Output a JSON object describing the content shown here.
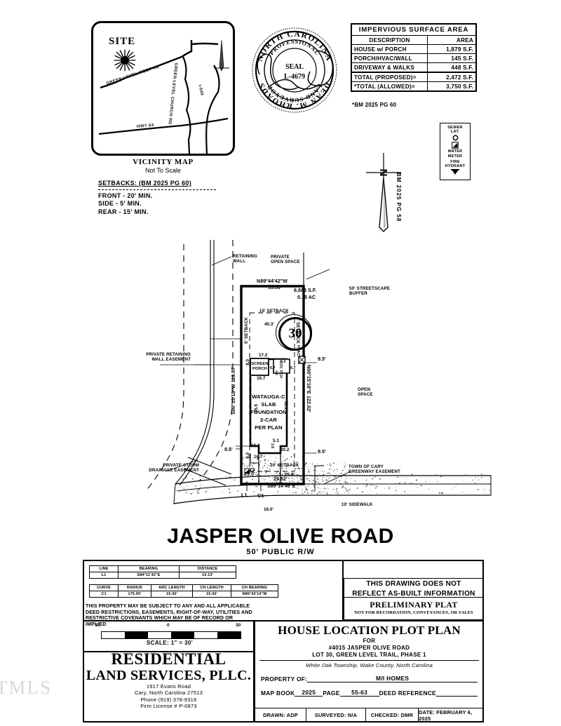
{
  "vicinity": {
    "site_label": "SITE",
    "roads": [
      "GREEN LEVEL WEST RD",
      "GREEN LEVEL CHURCH RD",
      "I-540",
      "HWY 64"
    ],
    "title": "VICINITY MAP",
    "subtitle": "Not To Scale"
  },
  "seal": {
    "top_arc": "NORTH CAROLINA",
    "second_arc": "PROFESSIONAL",
    "center_1": "SEAL",
    "center_2": "L-4679",
    "third_arc": "LAND SURVEYOR",
    "bottom_arc": "DEAN M. RHOADS"
  },
  "impervious": {
    "title": "IMPERVIOUS SURFACE AREA",
    "headers": [
      "DESCRIPTION",
      "AREA"
    ],
    "rows": [
      {
        "desc": "HOUSE w/ PORCH",
        "area": "1,879 S.F."
      },
      {
        "desc": "PORCH/HVAC/WALL",
        "area": "145 S.F."
      },
      {
        "desc": "DRIVEWAY & WALKS",
        "area": "448 S.F."
      },
      {
        "desc": "TOTAL (PROPOSED)=",
        "area": "2,472 S.F."
      },
      {
        "desc": "*TOTAL (ALLOWED)=",
        "area": "3,750 S.F."
      }
    ],
    "note": "*BM 2025 PG 60"
  },
  "setbacks": {
    "title": "SETBACKS: (BM 2025 PG 60)",
    "front": "FRONT - 20' MIN.",
    "side": "SIDE - 5' MIN.",
    "rear": "REAR - 15' MIN."
  },
  "legend": {
    "sewer": "SEWER\nLAT.",
    "water": "WATER\nMETER",
    "hydrant": "FIRE\nHYDRANT"
  },
  "north": {
    "letter": "N",
    "bm_note": "BM 2025 PG 58"
  },
  "plan": {
    "lot_number": "30",
    "area_sf": "6,683 S.F.",
    "area_ac": "0.15 AC",
    "north_bearing": "N89°44'42\"W",
    "north_distance": "55.00'",
    "west_bearing": "S00°15'18\"W",
    "west_distance": "119.97'",
    "east_bearing": "N00°15'18\"E",
    "east_distance": "122.02'",
    "south_bearing": "S89°14'46\"E",
    "south_distance": "29.52'",
    "house_label_1": "WATAUGA-C",
    "house_label_2": "SLAB",
    "house_label_3": "FOUNDATION",
    "house_label_4": "2-CAR",
    "house_label_5": "PER PLAN",
    "screen_porch_1": "SCREEN",
    "screen_porch_2": "PORCH",
    "hvac": "HVAC",
    "cov_1": "COV.",
    "cov_2": "PCH",
    "setback_15": "15' SETBACK",
    "setback_5_left": "5' SETBACK",
    "setback_5_right": "5' SETBACK",
    "setback_20": "20' SETBACK",
    "open_space": "OPEN\nSPACE",
    "private_open_space": "PRIVATE\nOPEN SPACE",
    "retaining_wall": "RETAINING\nWALL",
    "private_retaining": "PRIVATE RETAINING\nWALL EASEMENT",
    "private_storm": "PRIVATE STORM\nDRAINAGE EASEMENT",
    "streetscape": "50' STREETSCAPE\nBUFFER",
    "greenway": "TOWN OF CARY\nGREENWAY EASEMENT",
    "sidewalk": "10' SIDEWALK",
    "curve_tag": "C1",
    "line_tag": "L1",
    "dims": {
      "d_40_3": "40.3'",
      "d_17_2": "17.2",
      "d_16_7a": "16.7",
      "d_16_7b": "16.7",
      "d_8_0a": "8.0",
      "d_8_0b": "8.0",
      "d_6_7a": "6.7",
      "d_6_7b": "6.7",
      "d_6_0": "6.0",
      "d_4_4": "4.4",
      "d_45_5": "45.5",
      "d_52_2": "52.2",
      "d_10_8": "10.8",
      "d_5_1": "5.1",
      "d_3_8": "3.8",
      "d_20_2": "20.2",
      "d_21_0": "21.0'",
      "d_25_5": "25.5'",
      "d_16_0": "16.0'",
      "d_9_5_left": "9.5'",
      "d_9_5_right_top": "9.5'",
      "d_9_5_right_bot": "9.5'"
    }
  },
  "road": {
    "name": "JASPER OLIVE ROAD",
    "rw": "50' PUBLIC R/W"
  },
  "line_table": {
    "headers": [
      "LINE",
      "BEARING",
      "DISTANCE"
    ],
    "rows": [
      [
        "L1",
        "S84°11'42\"E",
        "10.13'"
      ]
    ]
  },
  "curve_table": {
    "headers": [
      "CURVE",
      "RADIUS",
      "ARC LENGTH",
      "CH LENGTH",
      "CH BEARING"
    ],
    "rows": [
      [
        "C1",
        "175.00'",
        "15.42'",
        "15.42'",
        "N86°43'14\"W"
      ]
    ]
  },
  "notes": "THIS PROPERTY MAY BE SUBJECT TO ANY AND ALL APPLICABLE DEED RESTRICTIONS, EASEMENTS, RIGHT-OF-WAY, UTILITIES AND RESTRICTIVE COVENANTS WHICH MAY BE OF RECORD OR IMPLIED",
  "asbuilt": {
    "line1": "THIS DRAWING DOES NOT",
    "line2": "REFLECT AS-BUILT INFORMATION"
  },
  "preliminary": {
    "title": "PRELIMINARY PLAT",
    "subtitle": "NOT FOR RECORDATION, CONVEYANCES, OR SALES"
  },
  "scale": {
    "left": "30",
    "mid": "0",
    "right": "30",
    "text": "SCALE: 1\" = 30'"
  },
  "firm": {
    "name_1": "RESIDENTIAL",
    "name_2": "LAND SERVICES, PLLC.",
    "address": "1917 Evans Road",
    "city": "Cary, North Carolina 27513",
    "phone": "Phone (919) 378-9316",
    "license": "Firm License # P-0873"
  },
  "title_block": {
    "title": "HOUSE LOCATION PLOT PLAN",
    "for": "FOR",
    "address": "#4015 JASPER OLIVE ROAD",
    "lot": "LOT 30, GREEN LEVEL TRAIL, PHASE 1",
    "township": "White Oak Township, Wake County, North Carolina",
    "property_of_label": "PROPERTY OF:",
    "property_of_value": "M/I HOMES",
    "map_book_label": "MAP BOOK",
    "map_book_value": "2025",
    "page_label": "PAGE",
    "page_value": "55-63",
    "deed_label": "DEED REFERENCE",
    "deed_value": "",
    "drawn": "DRAWN: ADP",
    "surveyed": "SURVEYED: N/A",
    "checked": "CHECKED: DMR",
    "date": "DATE: FEBRUARY 6, 2025"
  },
  "watermark": "TMLS"
}
